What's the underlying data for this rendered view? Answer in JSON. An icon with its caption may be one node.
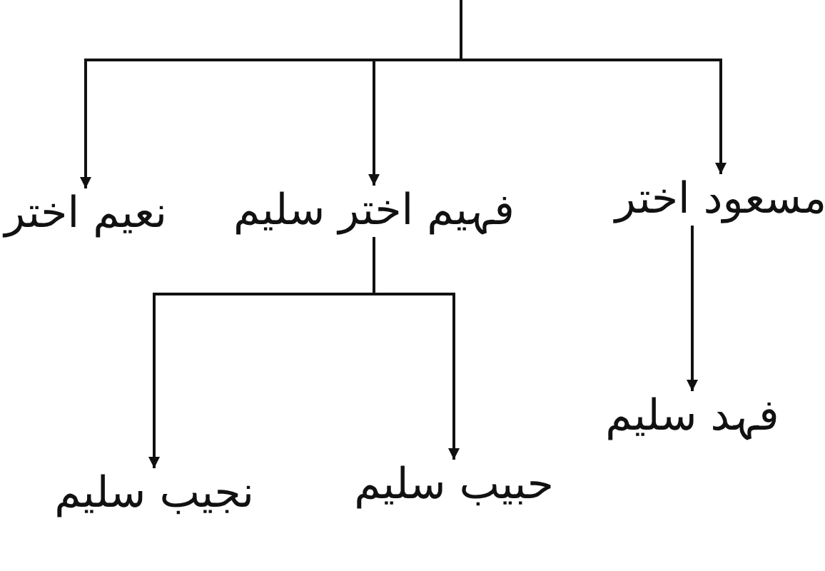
{
  "diagram": {
    "nodes": [
      {
        "text": [
          "مسعود اختر"
        ]
      },
      {
        "text": [
          "فہیم اختر سلیم"
        ]
      },
      {
        "text": [
          "نعیم اختر"
        ]
      },
      {
        "text": [
          "فہد سلیم"
        ]
      },
      {
        "text": [
          "حبیب سلیم"
        ]
      },
      {
        "text": [
          "نجیب سلیم"
        ]
      }
    ],
    "edges": [
      {
        "from": null,
        "to": 0,
        "arrow": "to"
      },
      {
        "from": null,
        "to": 1,
        "arrow": "to"
      },
      {
        "from": null,
        "to": 2,
        "arrow": "to"
      },
      {
        "from": 0,
        "to": 3,
        "arrow": "to"
      },
      {
        "from": 1,
        "to": 4,
        "arrow": "to"
      },
      {
        "from": 1,
        "to": 5,
        "arrow": "to"
      }
    ]
  }
}
